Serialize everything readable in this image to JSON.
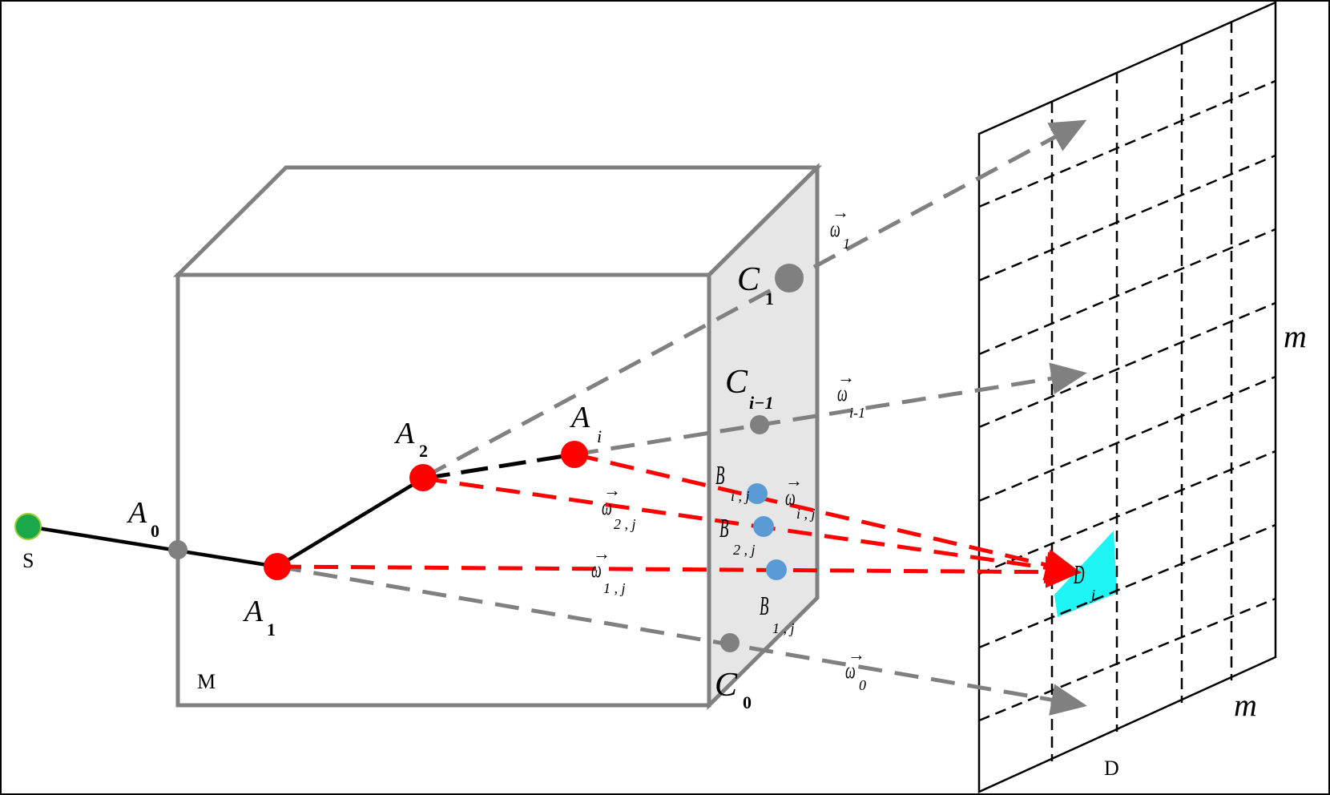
{
  "diagram": {
    "source": {
      "text": "S",
      "color": "#1aa84a"
    },
    "medium": {
      "text": "M"
    },
    "detector": {
      "text": "D",
      "side_label_right": "m",
      "side_label_bottom": "m",
      "highlight_color": "#1ff4f4"
    },
    "points": {
      "a0": {
        "main": "A",
        "sub": "0"
      },
      "a1": {
        "main": "A",
        "sub": "1"
      },
      "a2": {
        "main": "A",
        "sub": "2"
      },
      "ai": {
        "main": "A",
        "sub": "i"
      },
      "c1": {
        "main": "C",
        "sub": "1"
      },
      "ci1": {
        "main": "C",
        "sub": "i−1"
      },
      "c0": {
        "main": "C",
        "sub": "0"
      },
      "bij": {
        "main": "B",
        "sub": "i , j"
      },
      "b2j": {
        "main": "B",
        "sub": "2 , j"
      },
      "b1j": {
        "main": "B",
        "sub": "1 , j"
      },
      "dj": {
        "main": "D",
        "sub": "j"
      }
    },
    "vectors": {
      "w1": {
        "main": "ω",
        "sub": "1",
        "arrow": "→"
      },
      "wi1": {
        "main": "ω",
        "sub": "i-1",
        "arrow": "→"
      },
      "w0": {
        "main": "ω",
        "sub": "0",
        "arrow": "→"
      },
      "w2j": {
        "main": "ω",
        "sub": "2 , j",
        "arrow": "→"
      },
      "wij": {
        "main": "ω",
        "sub": "i , j",
        "arrow": "→"
      },
      "w1j": {
        "main": "ω",
        "sub": "1 , j",
        "arrow": "→"
      }
    },
    "colors": {
      "box_edge": "#808080",
      "face_fill": "#e6e6e6",
      "scatter_point": "#ff0000",
      "exit_point": "#808080",
      "voxel_point": "#5b9bd5",
      "path_line": "#000000",
      "escape_ray": "#808080",
      "detect_ray": "#ff0000"
    }
  }
}
